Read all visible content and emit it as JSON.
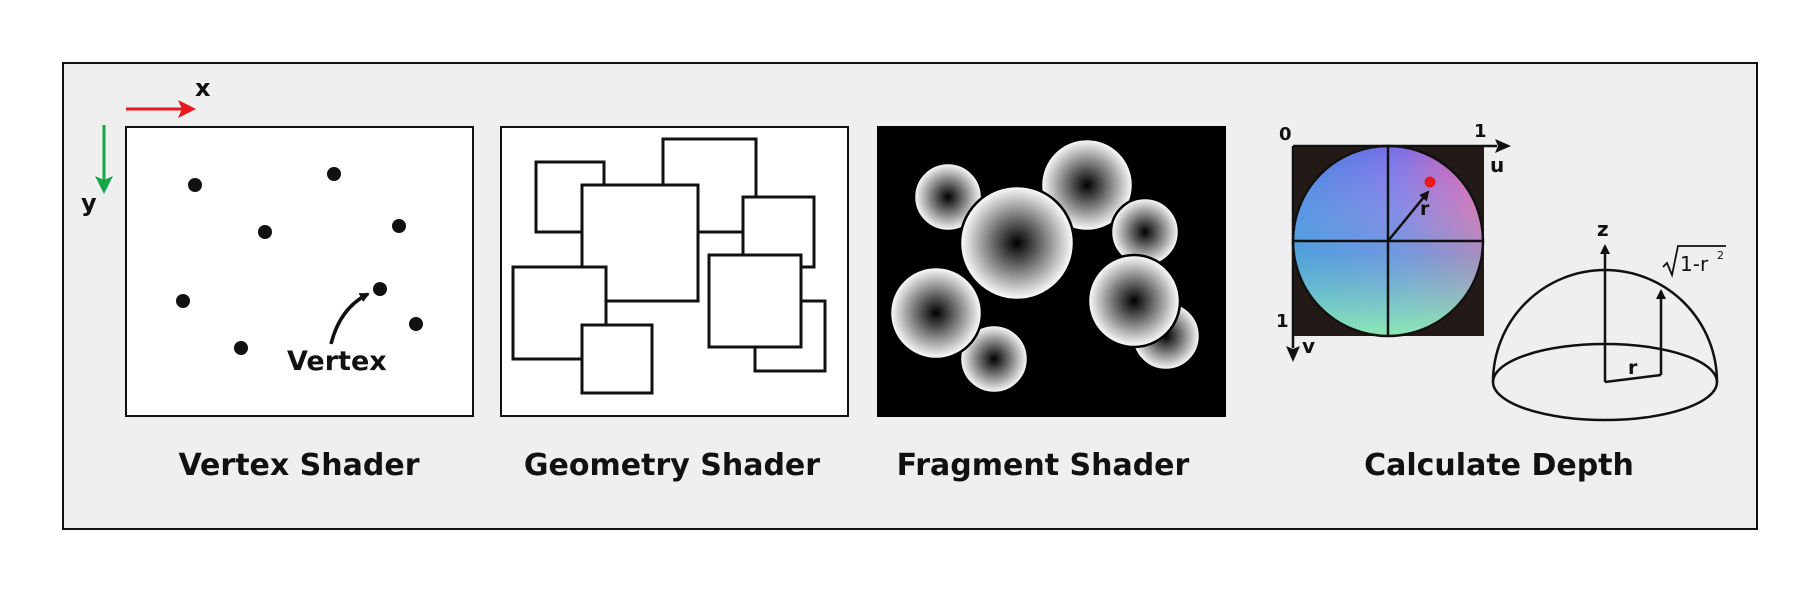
{
  "axes": {
    "x_label": "x",
    "y_label": "y",
    "x_color": "#e8191c",
    "y_color": "#16a64a"
  },
  "panels": {
    "vertex": {
      "caption": "Vertex Shader",
      "callout": "Vertex"
    },
    "geometry": {
      "caption": "Geometry Shader"
    },
    "fragment": {
      "caption": "Fragment Shader"
    },
    "depth": {
      "caption": "Calculate Depth",
      "uv_labels": {
        "origin": "0",
        "u_end": "1",
        "v_end": "1",
        "u": "u",
        "v": "v",
        "r": "r"
      },
      "hemisphere_labels": {
        "z": "z",
        "r": "r",
        "sqrt_expr": "1-r",
        "sqrt_exp": "2"
      }
    }
  },
  "colors": {
    "panel_bg": "#efefef",
    "point": "#e8191c"
  }
}
